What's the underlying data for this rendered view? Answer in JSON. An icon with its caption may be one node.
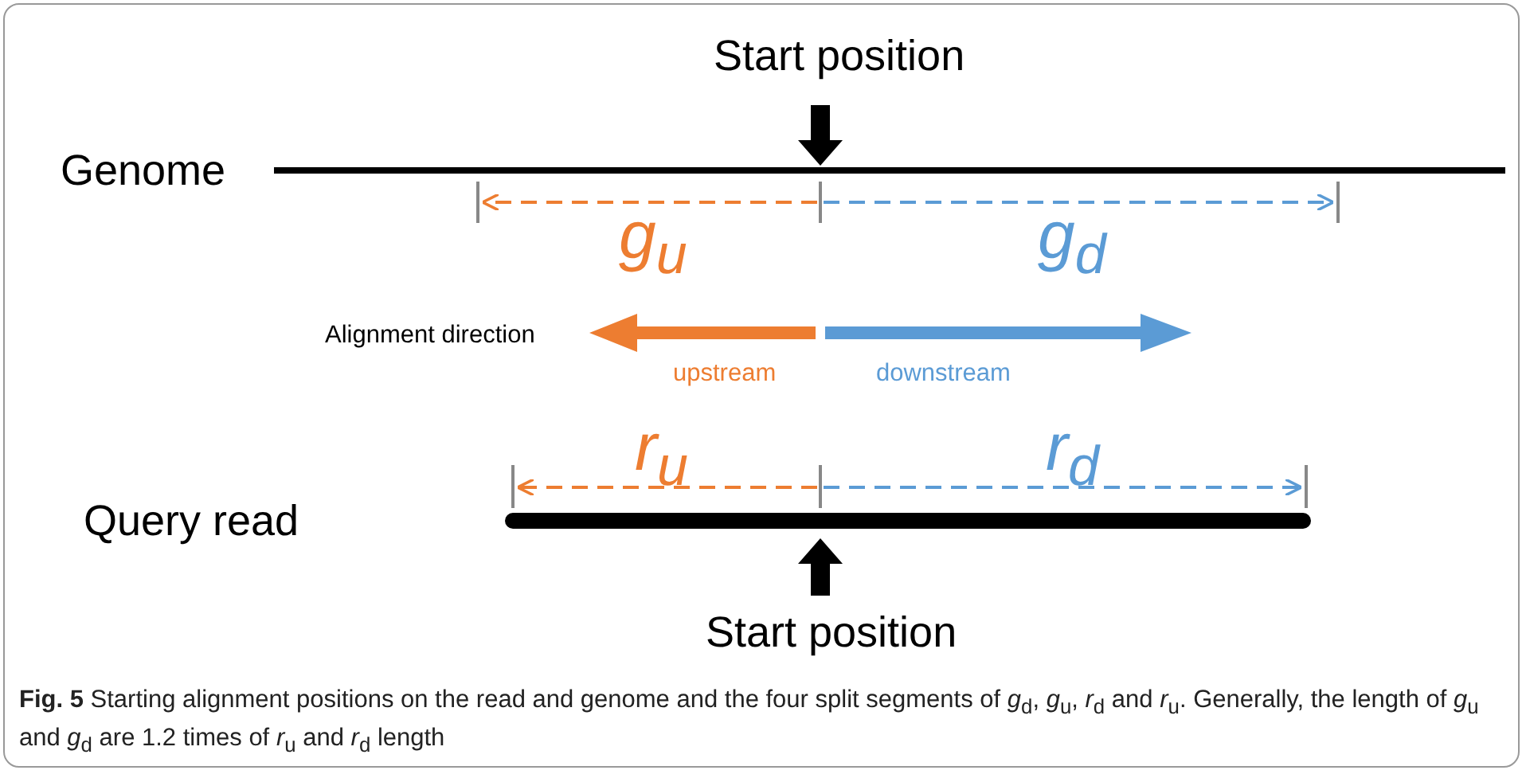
{
  "diagram": {
    "caption": "**Fig. 5** Starting alignment positions on the read and genome and the four split segments of *g*$_{d}$, *g*$_{u}$, *r*$_{d}$ and *r*$_{u}$. Generally, the length of *g*$_{u}$ and *g*$_{d}$ are 1.2 times of *r*$_{u}$ and *r*$_{d}$ length",
    "labels": [
      "Start position",
      "Genome",
      "g$_{u}$",
      "g$_{d}$",
      "Alignment direction",
      "upstream",
      "downstream",
      "r$_{u}$",
      "r$_{d}$",
      "Query read",
      "Start position"
    ]
  }
}
